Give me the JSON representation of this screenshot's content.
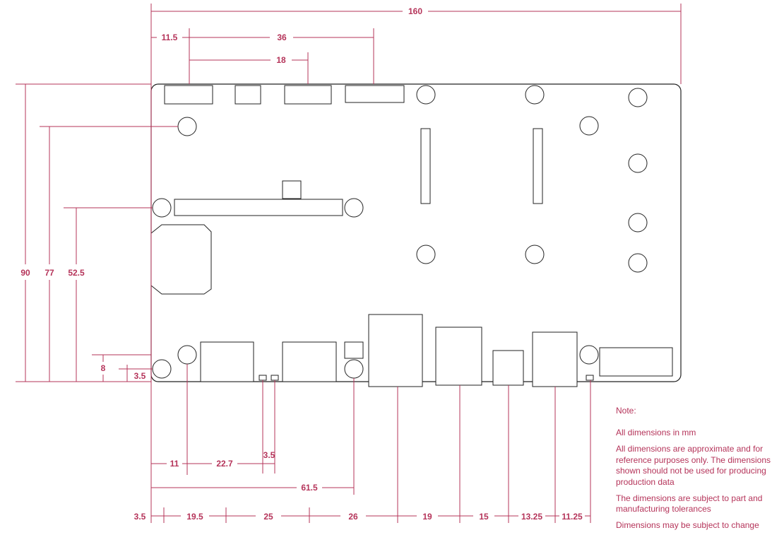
{
  "colors": {
    "dimension": "#b5345a",
    "outline": "#222222",
    "background": "#ffffff"
  },
  "dimensions": {
    "board_width": "160",
    "top_11_5": "11.5",
    "top_36": "36",
    "top_18": "18",
    "left_90": "90",
    "left_77": "77",
    "left_52_5": "52.5",
    "left_8": "8",
    "left_3_5": "3.5",
    "bottom_11": "11",
    "bottom_22_7": "22.7",
    "bottom_3_5": "3.5",
    "bottom_61_5": "61.5",
    "row_3_5": "3.5",
    "row_19_5": "19.5",
    "row_25": "25",
    "row_26": "26",
    "row_19": "19",
    "row_15": "15",
    "row_13_25": "13.25",
    "row_11_25": "11.25"
  },
  "notes": {
    "heading": "Note:",
    "line1": "All dimensions in mm",
    "line2": [
      "All dimensions are approximate and for",
      "reference purposes only. The dimensions",
      "shown should not be used for producing",
      "production data"
    ],
    "line3": [
      "The dimensions are subject to part and",
      "manufacturing tolerances"
    ],
    "line4": "Dimensions may be subject to change"
  }
}
